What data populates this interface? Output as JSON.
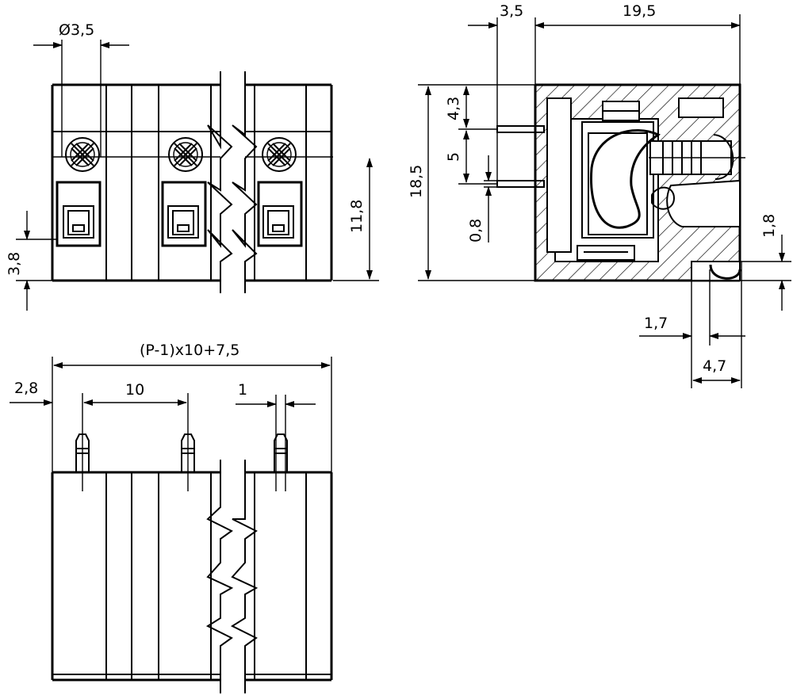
{
  "diagram": {
    "front_view": {
      "dim_diameter": "Ø3,5",
      "dim_height_right": "11,8",
      "dim_height_left": "3,8"
    },
    "side_view": {
      "dim_top_offset": "3,5",
      "dim_top_width": "19,5",
      "dim_total_height": "18,5",
      "dim_upper": "4,3",
      "dim_middle": "5",
      "dim_pin": "0,8",
      "dim_right": "1,8",
      "dim_bottom_small": "1,7",
      "dim_bottom_width": "4,7"
    },
    "bottom_view": {
      "dim_overall": "(P-1)x10+7,5",
      "dim_edge": "2,8",
      "dim_pitch": "10",
      "dim_pin_width": "1"
    }
  }
}
